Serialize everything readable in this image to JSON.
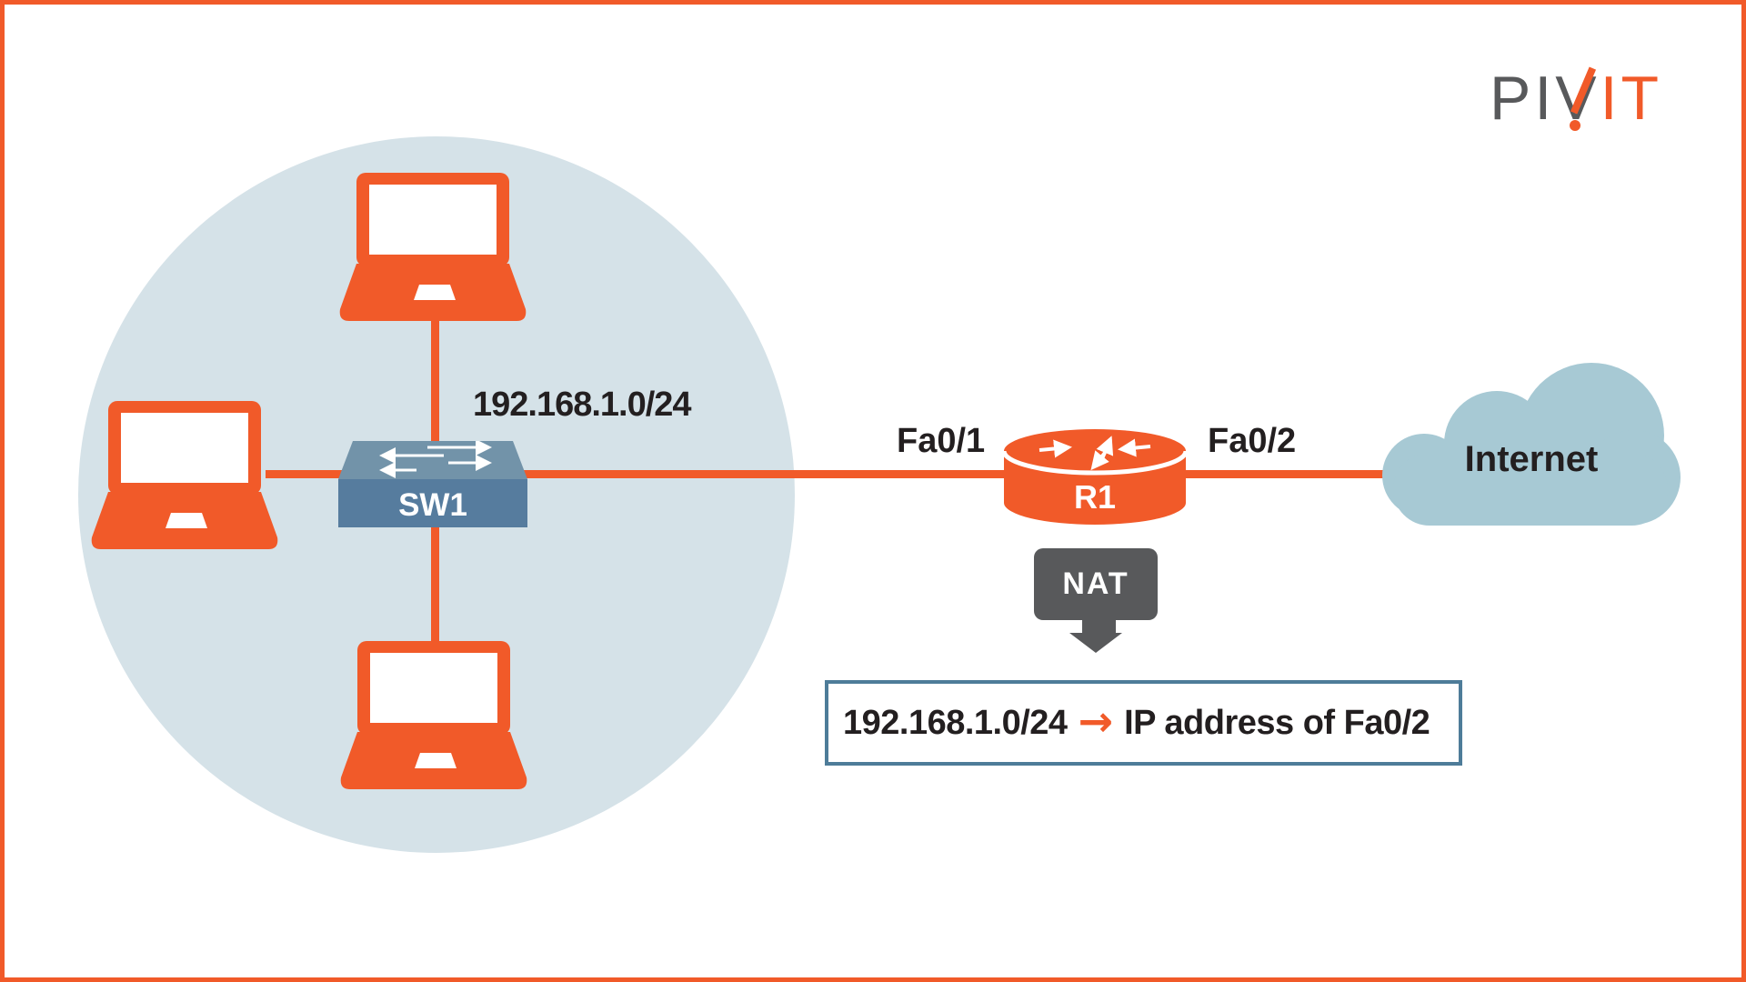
{
  "logo": {
    "gray_part": "PIV",
    "orange_part": "IT"
  },
  "lan": {
    "subnet_label": "192.168.1.0/24",
    "switch_label": "SW1"
  },
  "devices": {
    "router_label": "R1",
    "cloud_label": "Internet"
  },
  "interfaces": {
    "left_label": "Fa0/1",
    "right_label": "Fa0/2"
  },
  "nat": {
    "badge_label": "NAT",
    "rule": {
      "source": "192.168.1.0/24",
      "arrow": "→",
      "target": "IP address of Fa0/2"
    }
  },
  "icons": {
    "laptop": "laptop-icon",
    "switch": "switch-icon",
    "router": "router-icon",
    "cloud": "cloud-icon",
    "down_arrow": "down-arrow-icon",
    "mapping_arrow": "right-arrow-icon"
  },
  "colors": {
    "orange": "#F15A29",
    "lan_circle": "#D5E2E8",
    "cloud_fill": "#A7C9D4",
    "switch_top": "#7293A9",
    "switch_front": "#567C9E",
    "nat_gray": "#58595B",
    "box_border": "#4E7C99",
    "ink": "#231F20",
    "logo_gray": "#58595B"
  }
}
